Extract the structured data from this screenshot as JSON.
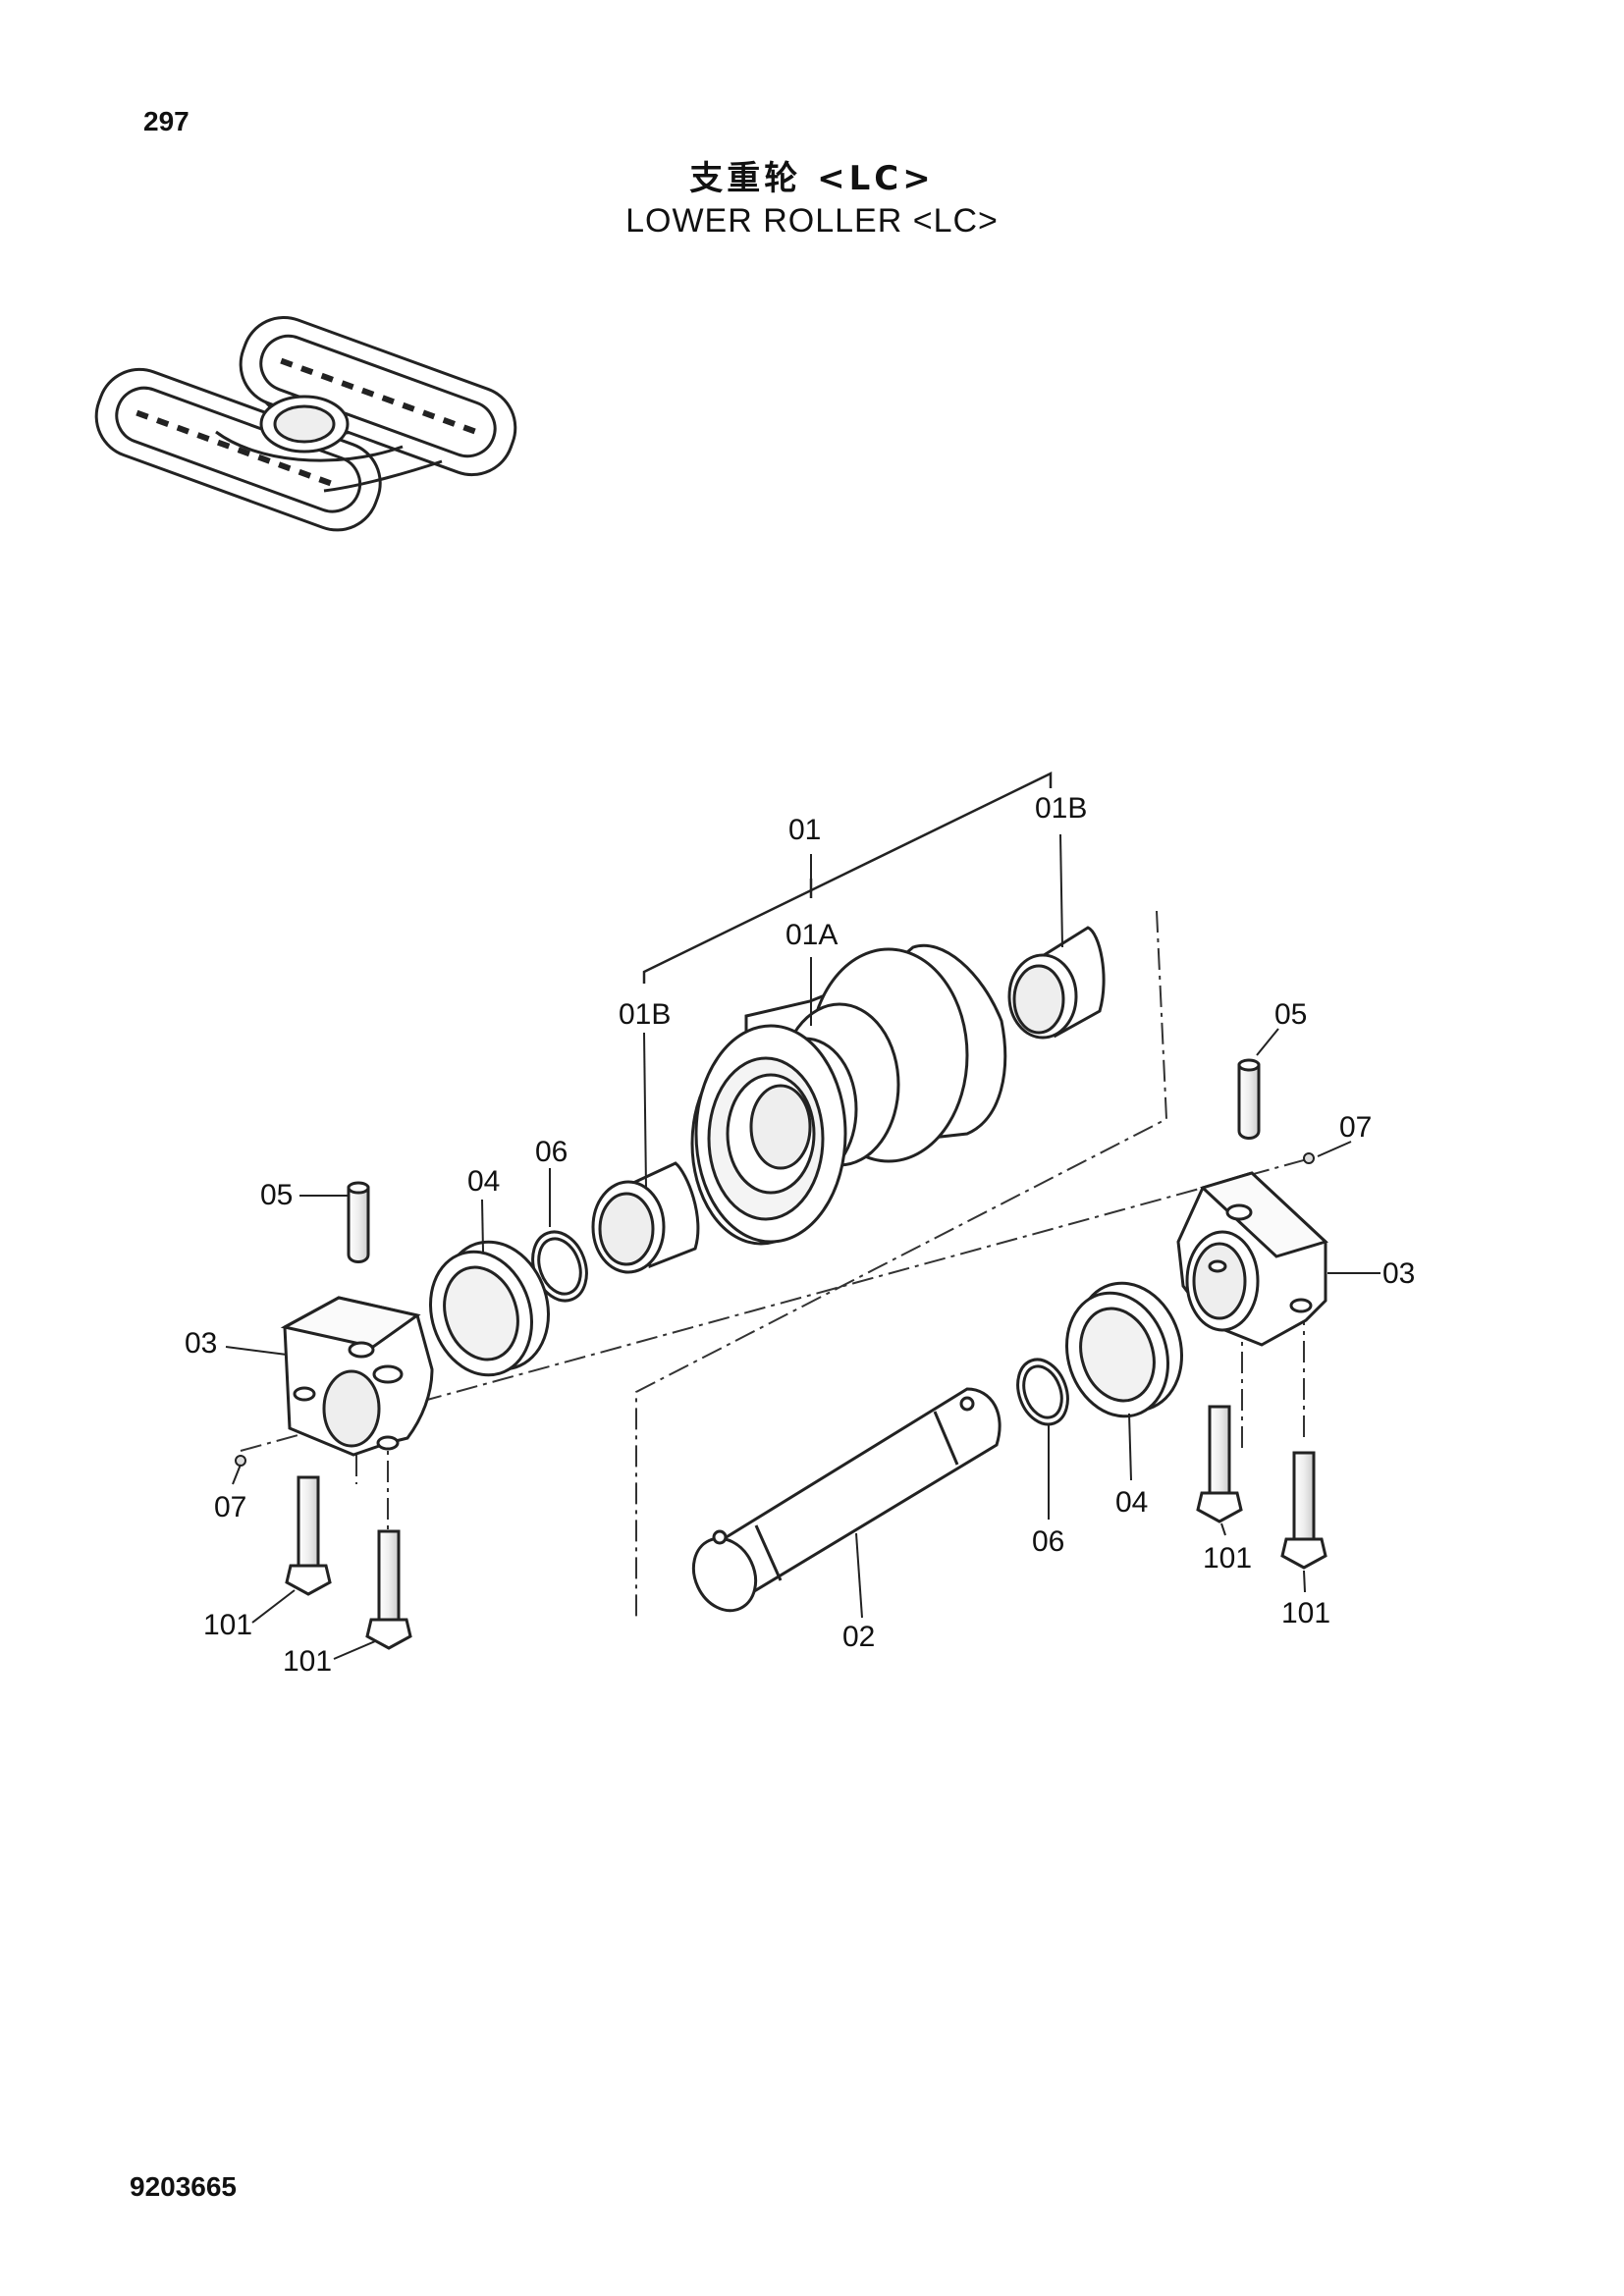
{
  "page_number": "297",
  "title_cn": "支重轮 <LC>",
  "title_en": "LOWER ROLLER <LC>",
  "drawing_number": "9203665",
  "callouts": {
    "c01": "01",
    "c01b_right": "01B",
    "c01a": "01A",
    "c01b_left": "01B",
    "c05_right": "05",
    "c07_right": "07",
    "c05_left": "05",
    "c04_left": "04",
    "c06_left": "06",
    "c03_right": "03",
    "c03_left": "03",
    "c07_left": "07",
    "c06_right": "06",
    "c04_right": "04",
    "c101_a": "101",
    "c101_b": "101",
    "c101_c": "101",
    "c101_d": "101",
    "c02": "02"
  }
}
